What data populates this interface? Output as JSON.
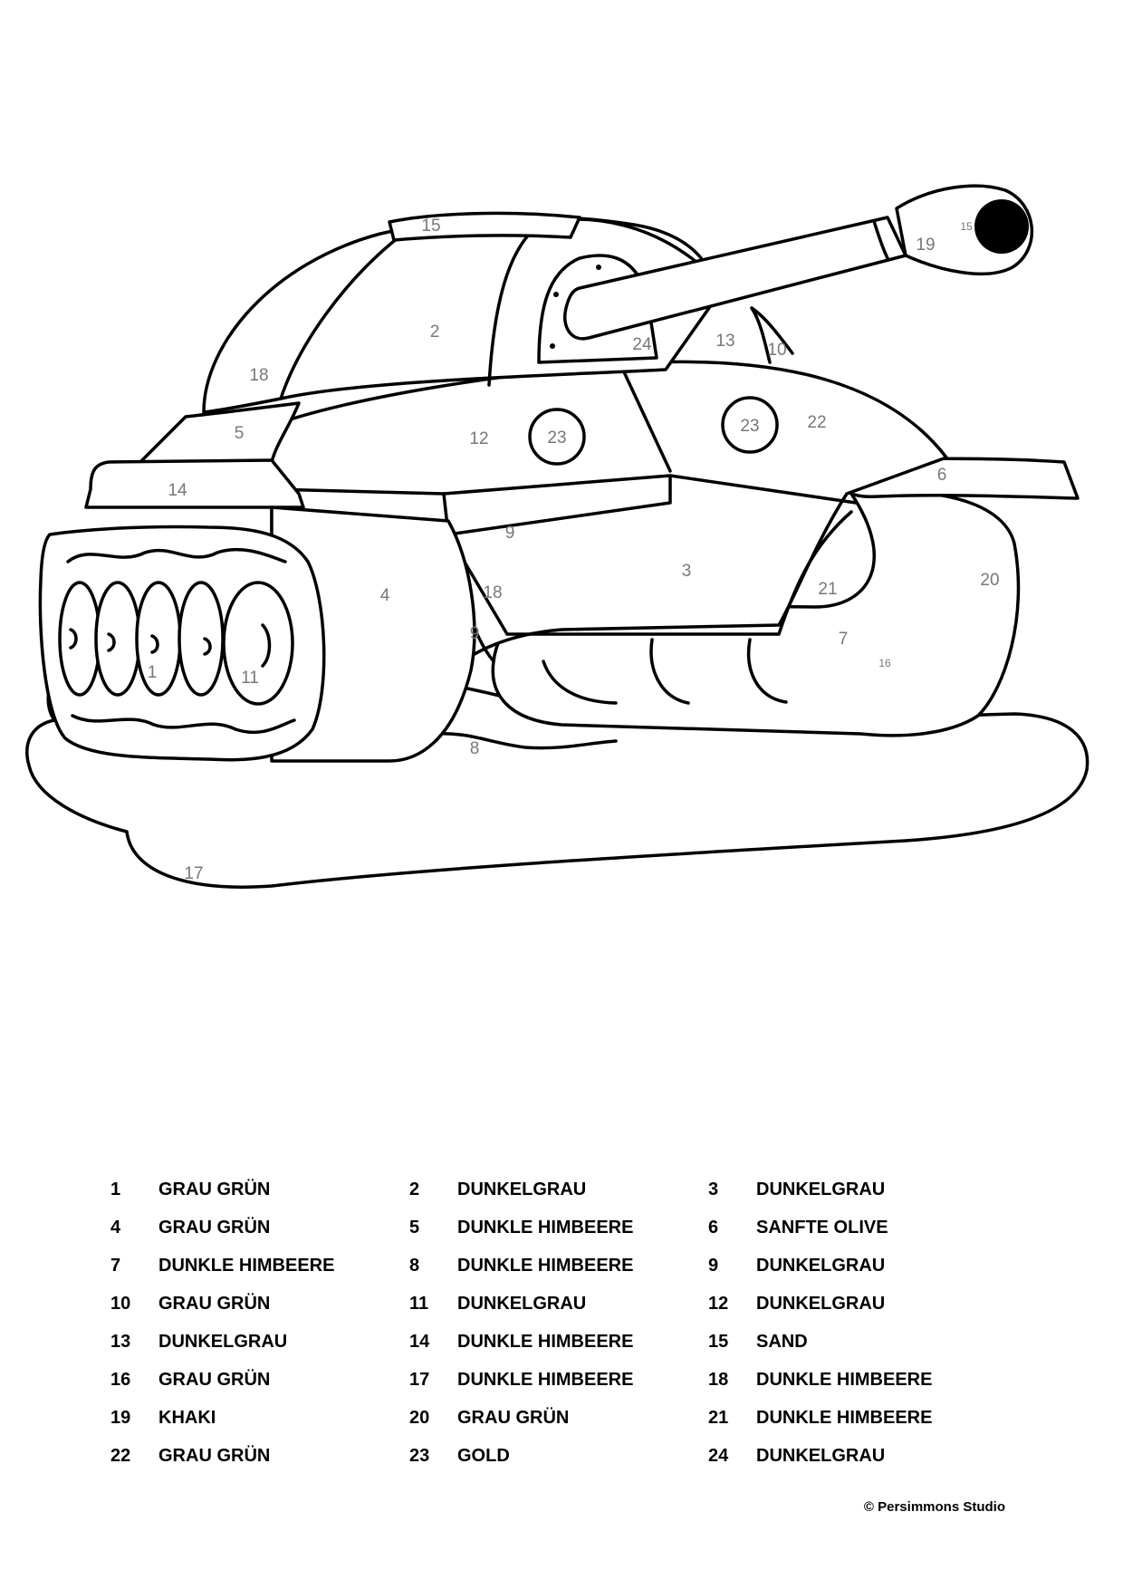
{
  "regions": [
    {
      "number": "1"
    },
    {
      "number": "2"
    },
    {
      "number": "3"
    },
    {
      "number": "4"
    },
    {
      "number": "5"
    },
    {
      "number": "6"
    },
    {
      "number": "7"
    },
    {
      "number": "8"
    },
    {
      "number": "9"
    },
    {
      "number": "10"
    },
    {
      "number": "11"
    },
    {
      "number": "12"
    },
    {
      "number": "13"
    },
    {
      "number": "14"
    },
    {
      "number": "15"
    },
    {
      "number": "16"
    },
    {
      "number": "17"
    },
    {
      "number": "18"
    },
    {
      "number": "19"
    },
    {
      "number": "20"
    },
    {
      "number": "21"
    },
    {
      "number": "22"
    },
    {
      "number": "23"
    },
    {
      "number": "24"
    }
  ],
  "legend": [
    {
      "number": "1",
      "color": "GRAU GRÜN"
    },
    {
      "number": "2",
      "color": "DUNKELGRAU"
    },
    {
      "number": "3",
      "color": "DUNKELGRAU"
    },
    {
      "number": "4",
      "color": "GRAU GRÜN"
    },
    {
      "number": "5",
      "color": "DUNKLE HIMBEERE"
    },
    {
      "number": "6",
      "color": "SANFTE OLIVE"
    },
    {
      "number": "7",
      "color": "DUNKLE HIMBEERE"
    },
    {
      "number": "8",
      "color": "DUNKLE HIMBEERE"
    },
    {
      "number": "9",
      "color": "DUNKELGRAU"
    },
    {
      "number": "10",
      "color": "GRAU GRÜN"
    },
    {
      "number": "11",
      "color": "DUNKELGRAU"
    },
    {
      "number": "12",
      "color": "DUNKELGRAU"
    },
    {
      "number": "13",
      "color": "DUNKELGRAU"
    },
    {
      "number": "14",
      "color": "DUNKLE HIMBEERE"
    },
    {
      "number": "15",
      "color": "SAND"
    },
    {
      "number": "16",
      "color": "GRAU GRÜN"
    },
    {
      "number": "17",
      "color": "DUNKLE HIMBEERE"
    },
    {
      "number": "18",
      "color": "DUNKLE HIMBEERE"
    },
    {
      "number": "19",
      "color": "KHAKI"
    },
    {
      "number": "20",
      "color": "GRAU GRÜN"
    },
    {
      "number": "21",
      "color": "DUNKLE HIMBEERE"
    },
    {
      "number": "22",
      "color": "GRAU GRÜN"
    },
    {
      "number": "23",
      "color": "GOLD"
    },
    {
      "number": "24",
      "color": "DUNKELGRAU"
    }
  ],
  "copyright": "© Persimmons Studio"
}
